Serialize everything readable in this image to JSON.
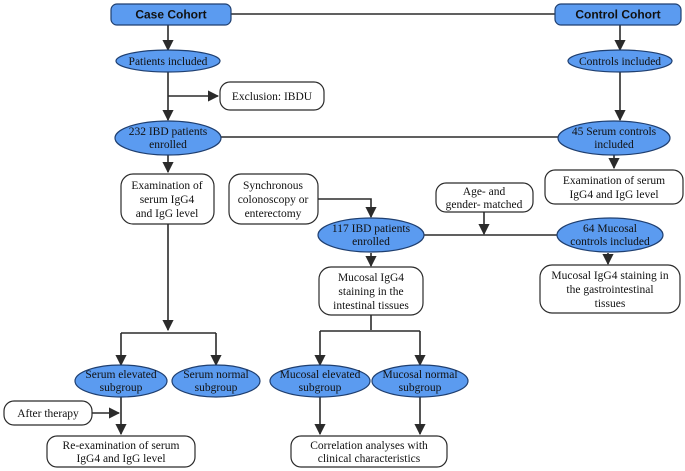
{
  "colors": {
    "ellipse_fill": "#5b9bf0",
    "ellipse_stroke": "#1f3f70",
    "box_fill": "#ffffff",
    "line": "#2b2b2b"
  },
  "nodes": {
    "case_cohort": "Case Cohort",
    "control_cohort": "Control Cohort",
    "patients_included": "Patients included",
    "controls_included": "Controls included",
    "exclusion": "Exclusion: IBDU",
    "ibd_232": [
      "232 IBD patients",
      "enrolled"
    ],
    "serum_controls_45": [
      "45 Serum controls",
      "included"
    ],
    "exam_serum_case": [
      "Examination of",
      "serum IgG4",
      "and IgG level"
    ],
    "synchronous": [
      "Synchronous",
      "colonoscopy or",
      "enterectomy"
    ],
    "age_gender": [
      "Age- and",
      "gender- matched"
    ],
    "exam_serum_control": [
      "Examination of serum",
      "IgG4 and IgG level"
    ],
    "ibd_117": [
      "117 IBD patients",
      "enrolled"
    ],
    "mucosal_controls_64": [
      "64 Mucosal",
      "controls included"
    ],
    "mucosal_staining_case": [
      "Mucosal IgG4",
      "staining in the",
      "intestinal tissues"
    ],
    "mucosal_staining_control": [
      "Mucosal IgG4 staining in",
      "the gastrointestinal",
      "tissues"
    ],
    "serum_elevated": [
      "Serum elevated",
      "subgroup"
    ],
    "serum_normal": [
      "Serum normal",
      "subgroup"
    ],
    "mucosal_elevated": [
      "Mucosal elevated",
      "subgroup"
    ],
    "mucosal_normal": [
      "Mucosal normal",
      "subgroup"
    ],
    "after_therapy": "After therapy",
    "reexam": [
      "Re-examination of serum",
      "IgG4  and IgG level"
    ],
    "correlation": [
      "Correlation analyses with",
      "clinical characteristics"
    ]
  }
}
